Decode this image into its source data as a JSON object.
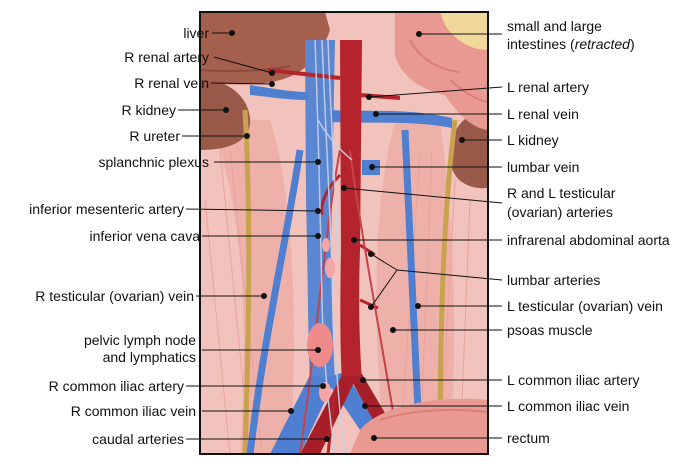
{
  "diagram": {
    "colors": {
      "background": "#f2c3bd",
      "vein": "#4f7fd0",
      "artery": "#b5232c",
      "ureter": "#c9a24f",
      "organ": "#9a5a4a",
      "intestine": "#e89a92",
      "lymph": "#f08b8b",
      "nerve": "#c7d2ea"
    },
    "labels_left": [
      {
        "id": "liver",
        "text": "liver"
      },
      {
        "id": "r-renal-artery",
        "text": "R renal artery"
      },
      {
        "id": "r-renal-vein",
        "text": "R renal vein"
      },
      {
        "id": "r-kidney",
        "text": "R kidney"
      },
      {
        "id": "r-ureter",
        "text": "R ureter"
      },
      {
        "id": "splanchnic-plexus",
        "text": "splanchnic plexus"
      },
      {
        "id": "inferior-mesenteric-artery",
        "text": "inferior mesenteric artery"
      },
      {
        "id": "inferior-vena-cava",
        "text": "inferior vena cava"
      },
      {
        "id": "r-testicular-vein",
        "text": "R testicular (ovarian) vein"
      },
      {
        "id": "pelvic-lymph-node-1",
        "text": "pelvic lymph node"
      },
      {
        "id": "pelvic-lymph-node-2",
        "text": "and lymphatics"
      },
      {
        "id": "r-common-iliac-artery",
        "text": "R common iliac artery"
      },
      {
        "id": "r-common-iliac-vein",
        "text": "R common iliac vein"
      },
      {
        "id": "caudal-arteries",
        "text": "caudal arteries"
      }
    ],
    "labels_right": [
      {
        "id": "intestines-1",
        "text": "small and large"
      },
      {
        "id": "intestines-2a",
        "text": "intestines ("
      },
      {
        "id": "intestines-2b",
        "text": "retracted"
      },
      {
        "id": "intestines-2c",
        "text": ")"
      },
      {
        "id": "l-renal-artery",
        "text": "L renal artery"
      },
      {
        "id": "l-renal-vein",
        "text": "L renal vein"
      },
      {
        "id": "l-kidney",
        "text": "L kidney"
      },
      {
        "id": "lumbar-vein",
        "text": "lumbar vein"
      },
      {
        "id": "testicular-arteries-1",
        "text": "R and L testicular"
      },
      {
        "id": "testicular-arteries-2",
        "text": "(ovarian) arteries"
      },
      {
        "id": "infrarenal-aorta",
        "text": "infrarenal abdominal aorta"
      },
      {
        "id": "lumbar-arteries",
        "text": "lumbar arteries"
      },
      {
        "id": "l-testicular-vein",
        "text": "L testicular (ovarian) vein"
      },
      {
        "id": "psoas-muscle",
        "text": "psoas muscle"
      },
      {
        "id": "l-common-iliac-artery",
        "text": "L common iliac artery"
      },
      {
        "id": "l-common-iliac-vein",
        "text": "L common iliac vein"
      },
      {
        "id": "rectum",
        "text": "rectum"
      }
    ]
  }
}
